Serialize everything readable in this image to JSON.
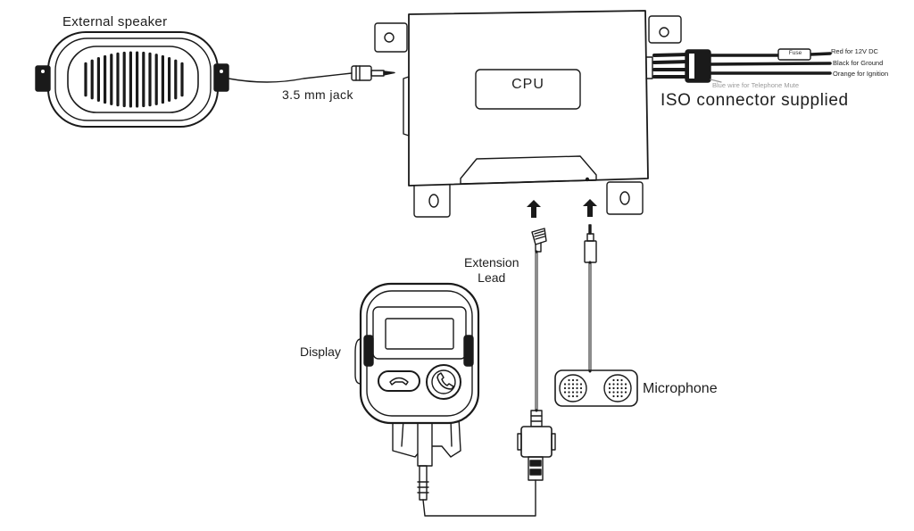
{
  "labels": {
    "external_speaker": "External speaker",
    "jack": "3.5 mm  jack",
    "cpu": "CPU",
    "fuse": "Fuse",
    "red_wire": "Red for 12V DC",
    "black_wire": "Black for Ground",
    "orange_wire": "Orange for Ignition",
    "blue_wire": "Blue wire for Telephone  Mute",
    "iso_connector": "ISO connector supplied",
    "extension_lead_line1": "Extension",
    "extension_lead_line2": "Lead",
    "display": "Display",
    "microphone": "Microphone"
  },
  "icons": [
    "hang-up-icon",
    "call-answer-icon",
    "arrow-up-icon"
  ],
  "colors": {
    "line": "#1a1a1a",
    "background": "#ffffff",
    "muted_text": "#9a9a9a"
  }
}
